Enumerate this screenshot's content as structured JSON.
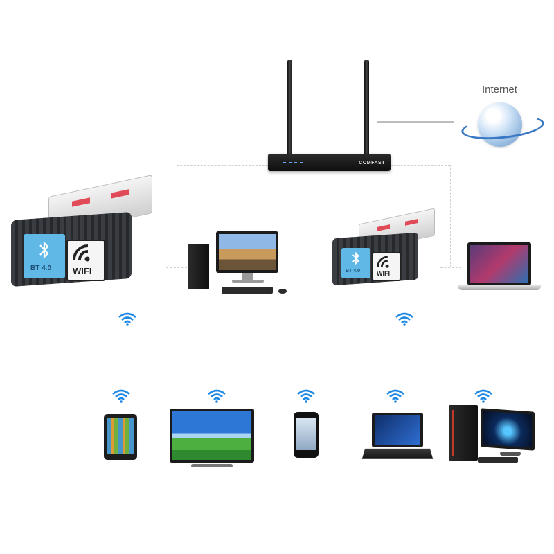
{
  "internet": {
    "label": "Internet"
  },
  "router": {
    "brand": "COMFAST"
  },
  "adapters": [
    {
      "bt_label": "BT 4.0",
      "wifi_label": "WIFI"
    },
    {
      "bt_label": "BT 4.0",
      "wifi_label": "WIFI"
    }
  ],
  "colors": {
    "signal_blue": "#1e88e5",
    "link_gray": "#bdbdbd"
  },
  "icons": [
    "wifi-signal-icon",
    "bluetooth-icon",
    "globe-icon"
  ],
  "devices_bottom": [
    "tablet",
    "tv",
    "smartphone",
    "laptop",
    "desktop-pc"
  ]
}
